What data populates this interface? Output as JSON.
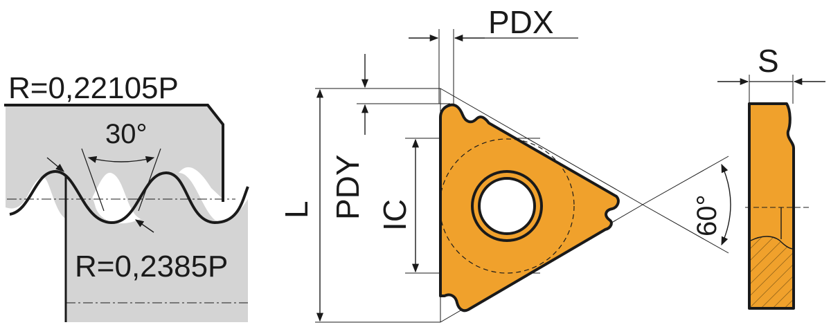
{
  "labels": {
    "radius_top": "R=0,22105P",
    "radius_bottom": "R=0,2385P",
    "flank_angle": "30°",
    "pdx": "PDX",
    "pdy": "PDY",
    "length": "L",
    "inscribed_circle": "IC",
    "thickness": "S",
    "included_angle": "60°"
  },
  "colors": {
    "insert_fill": "#F0A12C",
    "workpiece_fill": "#D4D4D4",
    "line": "#1a1a1a",
    "background": "#ffffff"
  }
}
